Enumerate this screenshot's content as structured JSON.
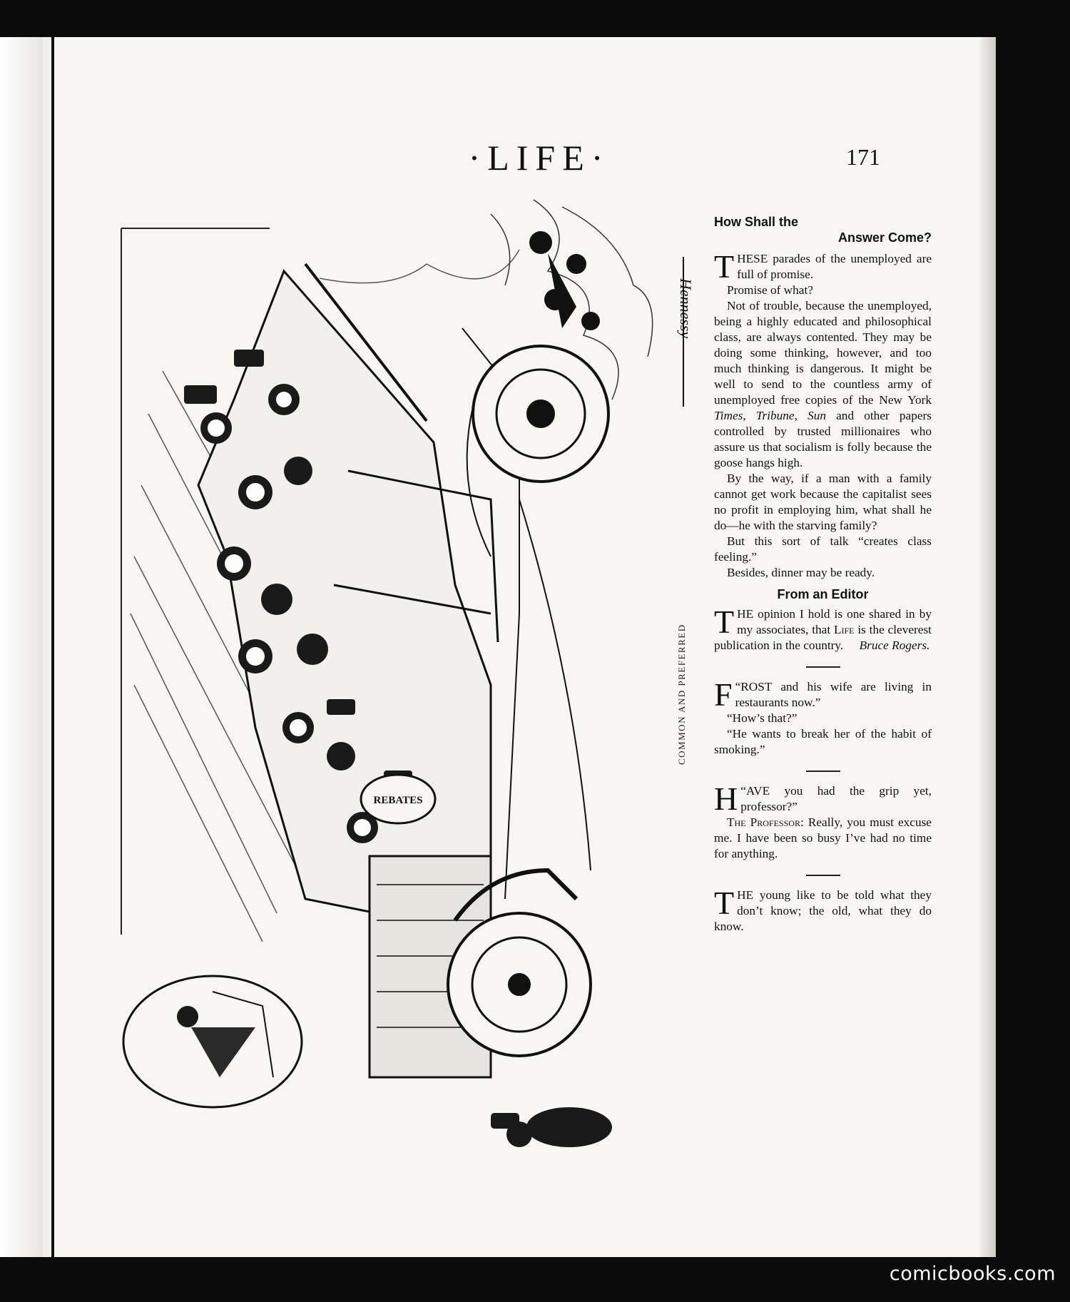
{
  "masthead": {
    "title": "·LIFE·",
    "page_number": "171"
  },
  "illustration": {
    "caption": "COMMON AND PREFERRED",
    "bag_label": "REBATES",
    "signature": "Hennessy"
  },
  "article1": {
    "heading_line1": "How Shall the",
    "heading_line2": "Answer Come?",
    "p1_drop": "T",
    "p1_rest": "HESE parades of the unemployed are full of promise.",
    "p2": "Promise of what?",
    "p3_a": "Not of trouble, because the unemployed, being a highly educated and philosophical class, are always contented. They may be doing some thinking, however, and too much thinking is dangerous. It might be well to send to the countless army of unemployed free copies of the New York ",
    "p3_times": "Times",
    "p3_tribune": "Tribune",
    "p3_sun": "Sun",
    "p3_b": " and other papers controlled by trusted millionaires who assure us that socialism is folly because the goose hangs high.",
    "p4": "By the way, if a man with a family cannot get work because the capitalist sees no profit in employing him, what shall he do—he with the starving family?",
    "p5": "But this sort of talk “creates class feeling.”",
    "p6": "Besides, dinner may be ready."
  },
  "article2": {
    "heading": "From an Editor",
    "drop": "T",
    "text_a": "HE opinion I hold is one shared in by my associates, that ",
    "life": "Life",
    "text_b": " is the cleverest publication in the country.",
    "credit": "Bruce Rogers."
  },
  "joke1": {
    "open": "“",
    "drop": "F",
    "line1": "ROST and his wife are living in restaurants now.”",
    "line2": "“How’s that?”",
    "line3": "“He wants to break her of the habit of smoking.”"
  },
  "joke2": {
    "open": "“",
    "drop": "H",
    "line1": "AVE you had the grip yet, professor?”",
    "speaker": "The Professor",
    "line2": ": Really, you must excuse me. I have been so busy I’ve had no time for anything."
  },
  "aphorism": {
    "drop": "T",
    "text": "HE young like to be told what they don’t know; the old, what they do know."
  },
  "watermark": "comicbooks.com"
}
